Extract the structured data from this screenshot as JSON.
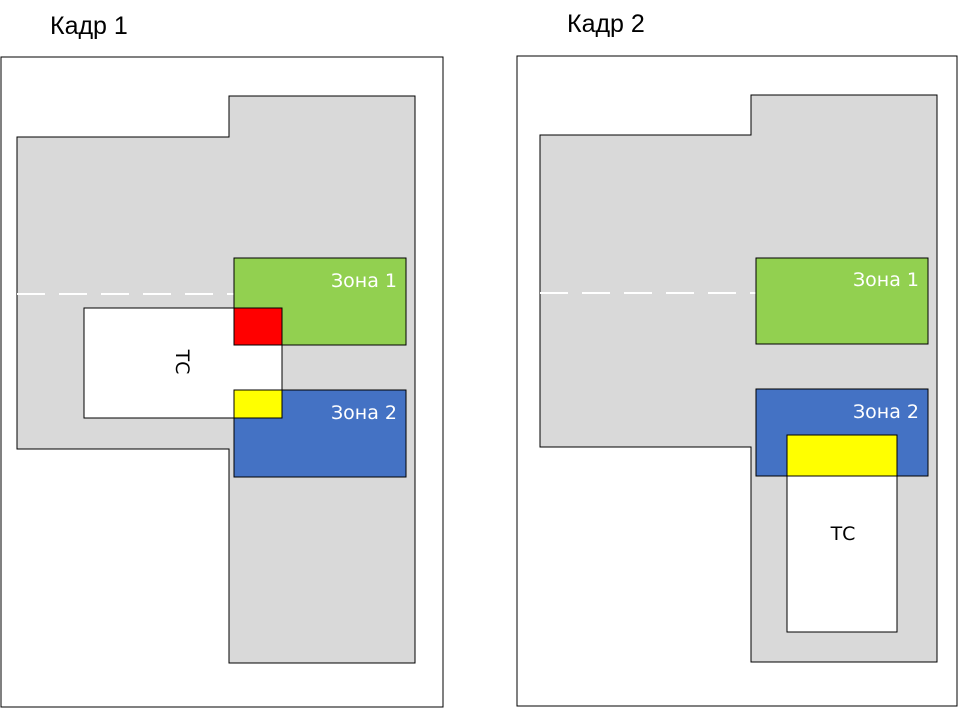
{
  "frames": [
    {
      "title": "Кадр 1",
      "zone1_label": "Зона 1",
      "zone2_label": "Зона 2",
      "vehicle_label": "ТС"
    },
    {
      "title": "Кадр 2",
      "zone1_label": "Зона 1",
      "zone2_label": "Зона 2",
      "vehicle_label": "ТС"
    }
  ],
  "colors": {
    "road": "#d9d9d9",
    "zone1": "#92d050",
    "zone2": "#4472c4",
    "overlap_zone1": "#ff0000",
    "overlap_zone2": "#ffff00",
    "vehicle": "#ffffff",
    "outline": "#000000",
    "dashed_line": "#ffffff"
  }
}
